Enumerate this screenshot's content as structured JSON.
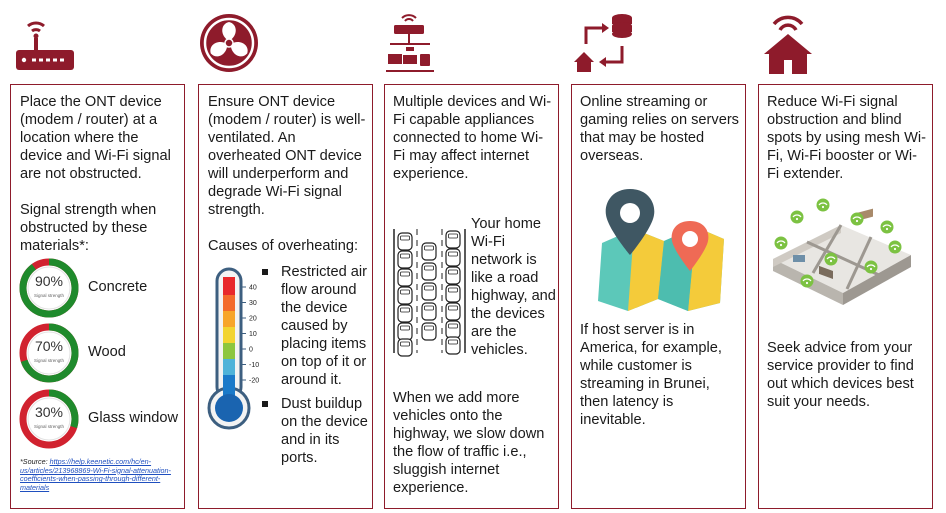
{
  "panel1": {
    "text": "Place the ONT device (modem / router) at a location where the device and Wi-Fi signal are not obstructed.",
    "subheading": "Signal strength when obstructed by these materials*:",
    "materials": [
      {
        "name": "Concrete",
        "percent": "90%",
        "value": 0.9,
        "caption": "Signal strength"
      },
      {
        "name": "Wood",
        "percent": "70%",
        "value": 0.7,
        "caption": "Signal strength"
      },
      {
        "name": "Glass window",
        "percent": "30%",
        "value": 0.3,
        "caption": "Signal strength"
      }
    ],
    "source_prefix": "*Source: ",
    "source_link": "https://help.keenetic.com/hc/en-us/articles/213968869-Wi-Fi-signal-attenuation-coefficients-when-passing-through-different-materials"
  },
  "panel2": {
    "text": "Ensure ONT device (modem / router) is well-ventilated. An overheated ONT device will underperform and degrade Wi-Fi signal strength.",
    "subheading": "Causes of overheating:",
    "bullets": [
      "Restricted air flow around the device caused by placing items on top of it or around it.",
      "Dust buildup on the device and in its ports."
    ],
    "thermo_ticks": [
      "40",
      "30",
      "20",
      "10",
      "0",
      "-10",
      "-20"
    ]
  },
  "panel3": {
    "text": "Multiple devices and Wi-Fi capable appliances connected to home Wi-Fi may affect internet experience.",
    "road_text": "Your home Wi-Fi network is like a road highway, and the devices are the vehicles.",
    "text2": "When we add more vehicles onto the highway, we slow down the flow of traffic i.e., sluggish internet experience."
  },
  "panel4": {
    "text": "Online streaming or gaming relies on servers that may be hosted overseas.",
    "text2": "If host server is in America, for example, while customer is streaming in Brunei, then latency is inevitable."
  },
  "panel5": {
    "text": "Reduce Wi-Fi signal obstruction and blind spots by using mesh Wi-Fi, Wi-Fi booster or Wi-Fi extender.",
    "text2": "Seek advice from your service provider to find out which devices best suit your needs."
  },
  "colors": {
    "accent": "#8e1b2b",
    "ring_green": "#1f8a2c",
    "ring_red": "#d1222f"
  }
}
